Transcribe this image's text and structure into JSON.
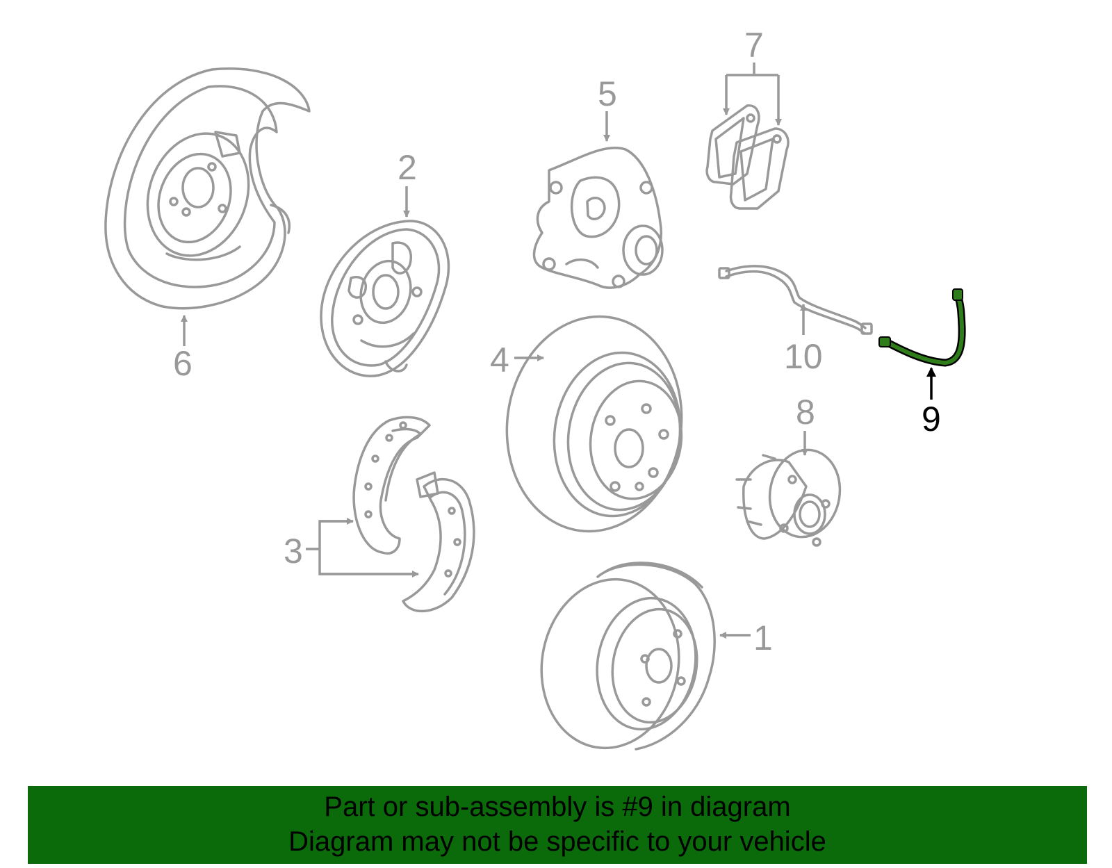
{
  "diagram": {
    "highlight_color": "#2e7d1a",
    "part_color": "#999999",
    "callouts": {
      "c1": "1",
      "c2": "2",
      "c3": "3",
      "c4": "4",
      "c5": "5",
      "c6": "6",
      "c7": "7",
      "c8": "8",
      "c9": "9",
      "c10": "10"
    },
    "highlighted_callout": "9"
  },
  "banner": {
    "background": "#0b6b0b",
    "line1": "Part or sub-assembly is #9 in diagram",
    "line2": "Diagram may not be specific to your vehicle"
  }
}
